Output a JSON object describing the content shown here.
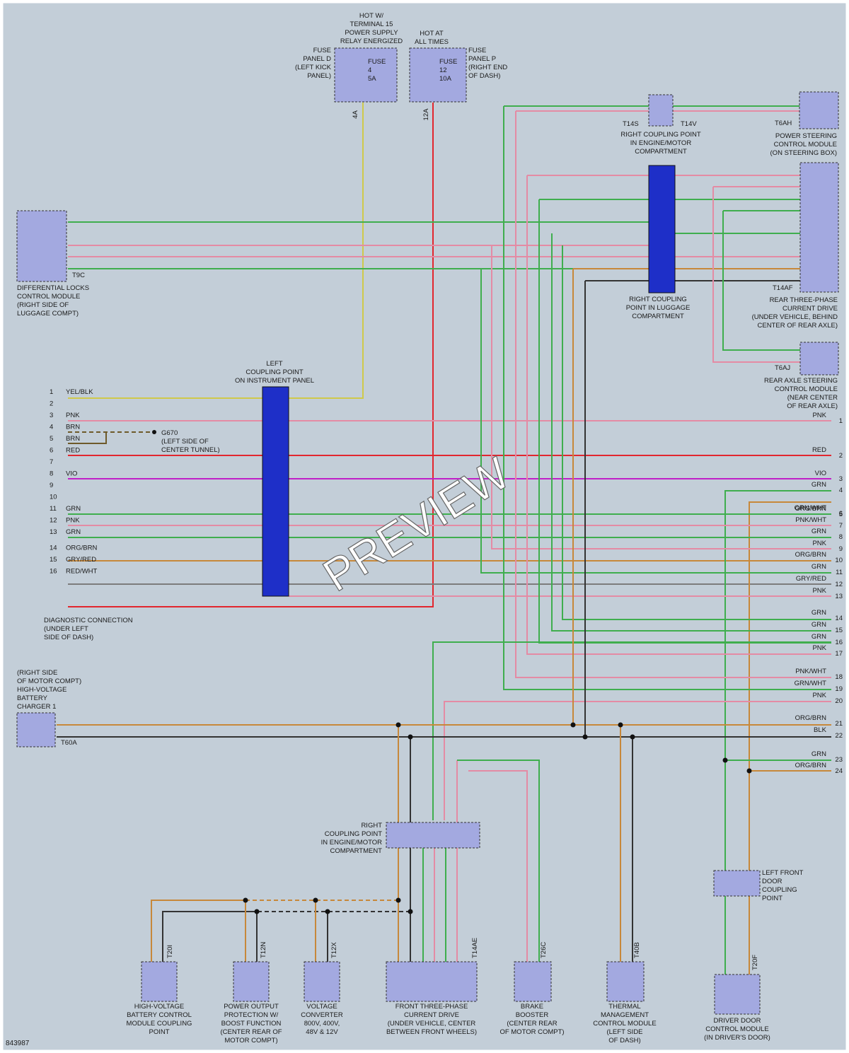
{
  "doc_id": "843987",
  "watermark": "PREVIEW",
  "colors": {
    "GRN": "#3fae4e",
    "PNK": "#e48ba4",
    "RED": "#e2262e",
    "VIO": "#c020c8",
    "YEL": "#cfc94a",
    "ORG": "#c7883a",
    "BLK": "#333333",
    "BRN": "#6e5a2a",
    "GRY": "#7c7c7c",
    "component": "#a3a9e0",
    "coupling": "#1e2fc8",
    "background": "#c3ced8"
  },
  "components": {
    "fuse_d": {
      "note": [
        "HOT W/",
        "TERMINAL 15",
        "POWER SUPPLY",
        "RELAY ENERGIZED"
      ],
      "name": [
        "FUSE",
        "PANEL D",
        "(LEFT KICK",
        "PANEL)"
      ],
      "fuse": [
        "FUSE",
        "4",
        "5A"
      ],
      "pin": "4A"
    },
    "fuse_p": {
      "note": [
        "HOT AT",
        "ALL TIMES"
      ],
      "name": [
        "FUSE",
        "PANEL P",
        "(RIGHT END",
        "OF DASH)"
      ],
      "fuse": [
        "FUSE",
        "12",
        "10A"
      ],
      "pin": "12A"
    },
    "diff_locks": {
      "name": [
        "DIFFERENTIAL LOCKS",
        "CONTROL MODULE",
        "(RIGHT SIDE OF",
        "LUGGAGE COMPT)"
      ],
      "conn": "T9C"
    },
    "left_coupling": {
      "name": [
        "LEFT",
        "COUPLING POINT",
        "ON INSTRUMENT PANEL"
      ]
    },
    "g670": {
      "name": [
        "G670",
        "(LEFT SIDE OF",
        "CENTER TUNNEL)"
      ]
    },
    "diag": {
      "name": [
        "DIAGNOSTIC CONNECTION",
        "(UNDER LEFT",
        "SIDE OF DASH)"
      ]
    },
    "right_coupling_engine_top": {
      "name": [
        "RIGHT COUPLING POINT",
        "IN ENGINE/MOTOR",
        "COMPARTMENT"
      ],
      "conn_l": "T14S",
      "conn_r": "T14V"
    },
    "power_steering": {
      "name": [
        "POWER STEERING",
        "CONTROL MODULE",
        "(ON STEERING BOX)"
      ],
      "conn": "T6AH"
    },
    "right_coupling_luggage": {
      "name": [
        "RIGHT COUPLING",
        "POINT IN LUGGAGE",
        "COMPARTMENT"
      ]
    },
    "rear_drive": {
      "name": [
        "REAR THREE-PHASE",
        "CURRENT DRIVE",
        "(UNDER VEHICLE, BEHIND",
        "CENTER OF REAR AXLE)"
      ],
      "conn": "T14AF"
    },
    "rear_steer": {
      "name": [
        "REAR AXLE STEERING",
        "CONTROL MODULE",
        "(NEAR CENTER",
        "OF REAR AXLE)"
      ],
      "conn": "T6AJ"
    },
    "hv_charger": {
      "name": [
        "(RIGHT SIDE",
        "OF MOTOR COMPT)",
        "HIGH-VOLTAGE",
        "BATTERY",
        "CHARGER 1"
      ],
      "conn": "T60A"
    },
    "right_coupling_engine_bottom": {
      "name": [
        "RIGHT",
        "COUPLING POINT",
        "IN ENGINE/MOTOR",
        "COMPARTMENT"
      ]
    },
    "left_front_door": {
      "name": [
        "LEFT FRONT",
        "DOOR",
        "COUPLING",
        "POINT"
      ]
    },
    "hv_bcm": {
      "name": [
        "HIGH-VOLTAGE",
        "BATTERY CONTROL",
        "MODULE COUPLING",
        "POINT"
      ],
      "conn": "T20I"
    },
    "power_output": {
      "name": [
        "POWER OUTPUT",
        "PROTECTION W/",
        "BOOST FUNCTION",
        "(CENTER REAR OF",
        "MOTOR COMPT)"
      ],
      "conn": "T12N"
    },
    "voltage_conv": {
      "name": [
        "VOLTAGE",
        "CONVERTER",
        "800V, 400V,",
        "48V & 12V"
      ],
      "conn": "T12X"
    },
    "front_drive": {
      "name": [
        "FRONT THREE-PHASE",
        "CURRENT DRIVE",
        "(UNDER VEHICLE, CENTER",
        "BETWEEN FRONT WHEELS)"
      ],
      "conn": "T14AE"
    },
    "brake_booster": {
      "name": [
        "BRAKE",
        "BOOSTER",
        "(CENTER REAR",
        "OF MOTOR COMPT)"
      ],
      "conn": "T26C"
    },
    "thermal": {
      "name": [
        "THERMAL",
        "MANAGEMENT",
        "CONTROL MODULE",
        "(LEFT SIDE",
        "OF DASH)"
      ],
      "conn": "T40B"
    },
    "driver_door": {
      "name": [
        "DRIVER DOOR",
        "CONTROL MODULE",
        "(IN DRIVER'S DOOR)"
      ],
      "conn": "T20F"
    }
  },
  "left_pins": [
    {
      "pin": "1",
      "wire": "YEL/BLK"
    },
    {
      "pin": "2",
      "wire": ""
    },
    {
      "pin": "3",
      "wire": "PNK"
    },
    {
      "pin": "4",
      "wire": "BRN"
    },
    {
      "pin": "5",
      "wire": "BRN"
    },
    {
      "pin": "6",
      "wire": "RED"
    },
    {
      "pin": "7",
      "wire": ""
    },
    {
      "pin": "8",
      "wire": "VIO"
    },
    {
      "pin": "9",
      "wire": ""
    },
    {
      "pin": "10",
      "wire": ""
    },
    {
      "pin": "11",
      "wire": "GRN"
    },
    {
      "pin": "12",
      "wire": "PNK"
    },
    {
      "pin": "13",
      "wire": "GRN"
    },
    {
      "pin": "14",
      "wire": "ORG/BRN"
    },
    {
      "pin": "15",
      "wire": "GRY/RED"
    },
    {
      "pin": "16",
      "wire": "RED/WHT"
    }
  ],
  "right_refs": [
    {
      "n": "1",
      "wire": "PNK"
    },
    {
      "n": "2",
      "wire": "RED"
    },
    {
      "n": "3",
      "wire": "VIO"
    },
    {
      "n": "4",
      "wire": "GRN"
    },
    {
      "n": "5",
      "wire": "ORG/BRN"
    },
    {
      "n": "6",
      "wire": "GRN/WHT"
    },
    {
      "n": "7",
      "wire": "PNK/WHT"
    },
    {
      "n": "8",
      "wire": "GRN"
    },
    {
      "n": "9",
      "wire": "PNK"
    },
    {
      "n": "10",
      "wire": "ORG/BRN"
    },
    {
      "n": "11",
      "wire": "GRN"
    },
    {
      "n": "12",
      "wire": "GRY/RED"
    },
    {
      "n": "13",
      "wire": "PNK"
    },
    {
      "n": "14",
      "wire": "GRN"
    },
    {
      "n": "15",
      "wire": "GRN"
    },
    {
      "n": "16",
      "wire": "GRN"
    },
    {
      "n": "17",
      "wire": "PNK"
    },
    {
      "n": "18",
      "wire": "PNK/WHT"
    },
    {
      "n": "19",
      "wire": "GRN/WHT"
    },
    {
      "n": "20",
      "wire": "PNK"
    },
    {
      "n": "21",
      "wire": "ORG/BRN"
    },
    {
      "n": "22",
      "wire": "BLK"
    },
    {
      "n": "23",
      "wire": "GRN"
    },
    {
      "n": "24",
      "wire": "ORG/BRN"
    }
  ]
}
